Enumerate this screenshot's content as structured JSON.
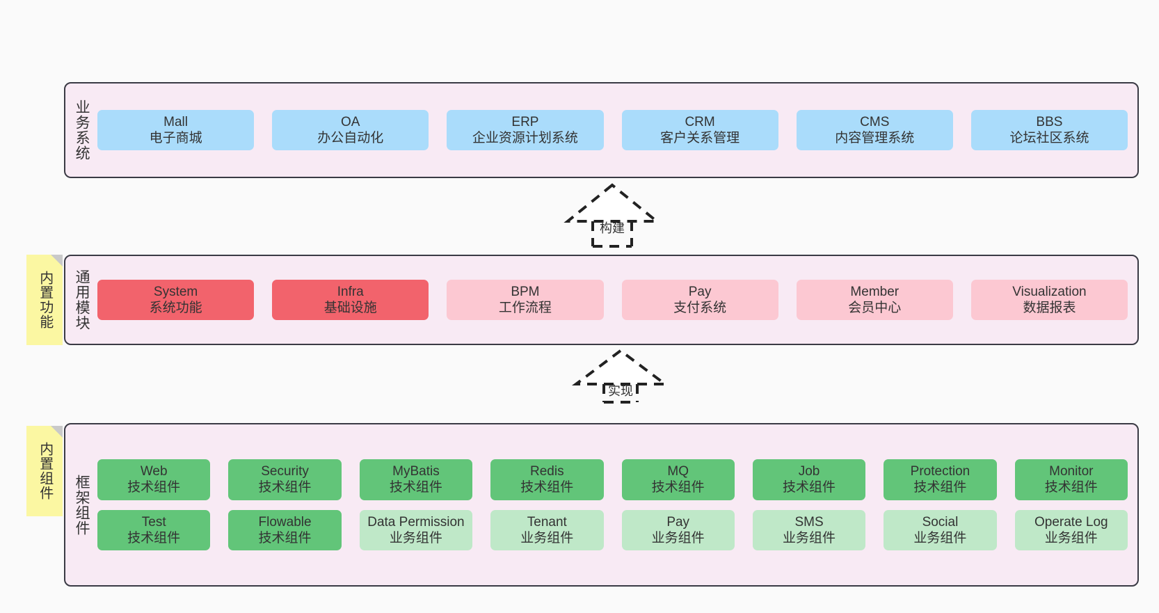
{
  "layers": [
    {
      "id": "business-systems",
      "title": "业务系统",
      "rows": [
        {
          "boxes": [
            {
              "en": "Mall",
              "cn": "电子商城",
              "color": "blue"
            },
            {
              "en": "OA",
              "cn": "办公自动化",
              "color": "blue"
            },
            {
              "en": "ERP",
              "cn": "企业资源计划系统",
              "color": "blue"
            },
            {
              "en": "CRM",
              "cn": "客户关系管理",
              "color": "blue"
            },
            {
              "en": "CMS",
              "cn": "内容管理系统",
              "color": "blue"
            },
            {
              "en": "BBS",
              "cn": "论坛社区系统",
              "color": "blue"
            }
          ]
        }
      ]
    },
    {
      "id": "common-modules",
      "title": "通用模块",
      "note": "内置功能",
      "rows": [
        {
          "boxes": [
            {
              "en": "System",
              "cn": "系统功能",
              "color": "red"
            },
            {
              "en": "Infra",
              "cn": "基础设施",
              "color": "red"
            },
            {
              "en": "BPM",
              "cn": "工作流程",
              "color": "pink"
            },
            {
              "en": "Pay",
              "cn": "支付系统",
              "color": "pink"
            },
            {
              "en": "Member",
              "cn": "会员中心",
              "color": "pink"
            },
            {
              "en": "Visualization",
              "cn": "数据报表",
              "color": "pink"
            }
          ]
        }
      ]
    },
    {
      "id": "framework-components",
      "title": "框架组件",
      "note": "内置组件",
      "rows": [
        {
          "boxes": [
            {
              "en": "Web",
              "cn": "技术组件",
              "color": "green"
            },
            {
              "en": "Security",
              "cn": "技术组件",
              "color": "green"
            },
            {
              "en": "MyBatis",
              "cn": "技术组件",
              "color": "green"
            },
            {
              "en": "Redis",
              "cn": "技术组件",
              "color": "green"
            },
            {
              "en": "MQ",
              "cn": "技术组件",
              "color": "green"
            },
            {
              "en": "Job",
              "cn": "技术组件",
              "color": "green"
            },
            {
              "en": "Protection",
              "cn": "技术组件",
              "color": "green"
            },
            {
              "en": "Monitor",
              "cn": "技术组件",
              "color": "green"
            }
          ]
        },
        {
          "boxes": [
            {
              "en": "Test",
              "cn": "技术组件",
              "color": "green"
            },
            {
              "en": "Flowable",
              "cn": "技术组件",
              "color": "green"
            },
            {
              "en": "Data Permission",
              "cn": "业务组件",
              "color": "lightgreen"
            },
            {
              "en": "Tenant",
              "cn": "业务组件",
              "color": "lightgreen"
            },
            {
              "en": "Pay",
              "cn": "业务组件",
              "color": "lightgreen"
            },
            {
              "en": "SMS",
              "cn": "业务组件",
              "color": "lightgreen"
            },
            {
              "en": "Social",
              "cn": "业务组件",
              "color": "lightgreen"
            },
            {
              "en": "Operate Log",
              "cn": "业务组件",
              "color": "lightgreen"
            }
          ]
        }
      ]
    }
  ],
  "connectors": [
    {
      "id": "build",
      "label": "构建"
    },
    {
      "id": "implement",
      "label": "实现"
    }
  ],
  "colors": {
    "blue": "#aadcfb",
    "red": "#f2636c",
    "pink": "#fcc8d2",
    "green": "#62c579",
    "lightgreen": "#bfe8c8",
    "layer_bg": "#f8eaf4",
    "layer_border": "#3a3a44",
    "note_bg": "#fbf7a2",
    "canvas_bg": "#fafafa",
    "text": "#333333"
  }
}
